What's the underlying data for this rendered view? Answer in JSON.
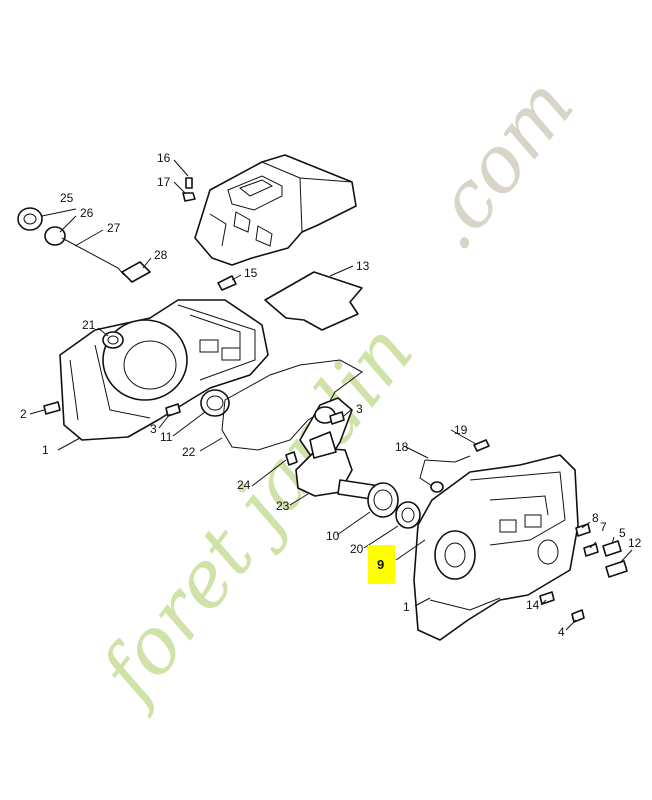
{
  "watermark": {
    "text_green": "foret jardin",
    "text_gray": ".com",
    "green_color": "#cfe3a8",
    "gray_color": "#d9d4c8"
  },
  "highlight": {
    "label": "9",
    "color": "#ffff00"
  },
  "callouts": {
    "c1a": "1",
    "c1b": "1",
    "c2": "2",
    "c3a": "3",
    "c3b": "3",
    "c4": "4",
    "c5": "5",
    "c7": "7",
    "c8": "8",
    "c10": "10",
    "c11": "11",
    "c12": "12",
    "c13": "13",
    "c14": "14",
    "c15": "15",
    "c16": "16",
    "c17": "17",
    "c18": "18",
    "c19": "19",
    "c20": "20",
    "c21": "21",
    "c22": "22",
    "c23": "23",
    "c24": "24",
    "c25": "25",
    "c26": "26",
    "c27": "27",
    "c28": "28"
  }
}
